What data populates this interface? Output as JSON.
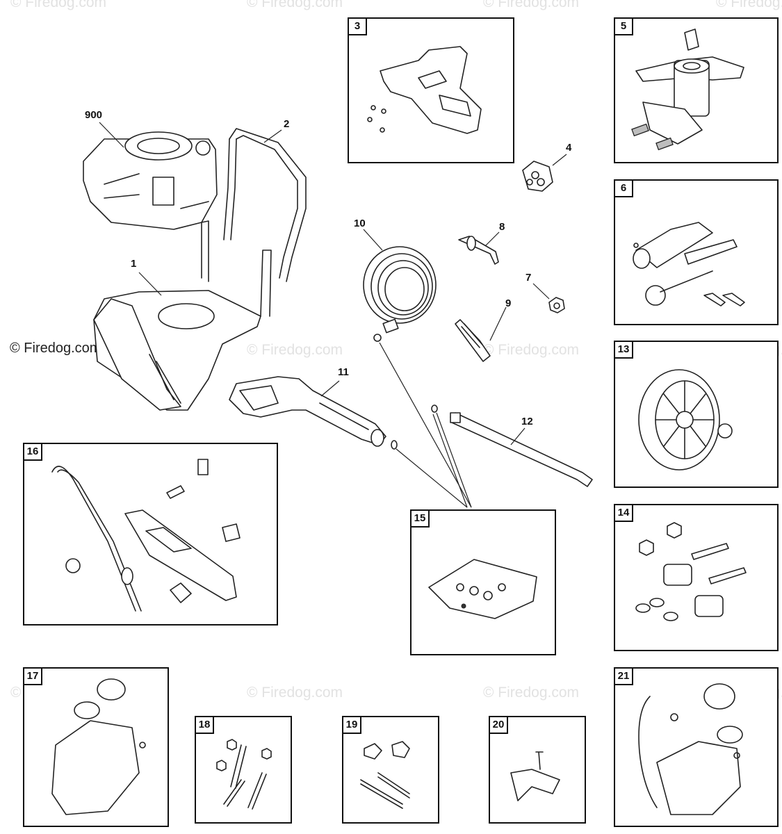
{
  "watermarks": {
    "main": "© Firedog.com",
    "faint": "© Firedog.com"
  },
  "callouts": {
    "c900": "900",
    "c2": "2",
    "c1": "1",
    "c10": "10",
    "c8": "8",
    "c4": "4",
    "c7": "7",
    "c9": "9",
    "c11": "11",
    "c12": "12"
  },
  "boxes": {
    "b3": "3",
    "b5": "5",
    "b6": "6",
    "b13": "13",
    "b14": "14",
    "b15": "15",
    "b16": "16",
    "b17": "17",
    "b18": "18",
    "b19": "19",
    "b20": "20",
    "b21": "21"
  },
  "colors": {
    "ink": "#222222",
    "watermark": "#e2e2e2",
    "box_border": "#111111"
  }
}
